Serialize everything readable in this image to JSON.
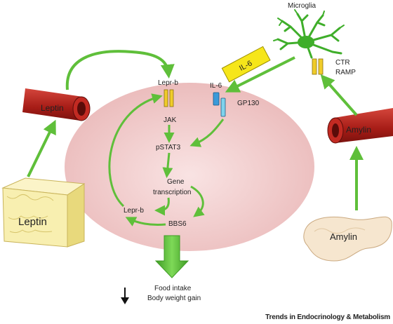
{
  "labels": {
    "microglia": "Microglia",
    "leptin_vessel": "Leptin",
    "leptin_adipose": "Leptin",
    "lepr_b_top": "Lepr-b",
    "jak": "JAK",
    "pstat3": "pSTAT3",
    "gene": "Gene",
    "transcription": "transcription",
    "lepr_b_bottom": "Lepr-b",
    "bbs6": "BBS6",
    "il6_receptor": "IL-6",
    "gp130": "GP130",
    "il6_cytokine": "IL-6",
    "ctr": "CTR",
    "ramp": "RAMP",
    "amylin_vessel": "Amylin",
    "amylin_pancreas": "Amylin",
    "food_intake": "Food intake",
    "body_weight_gain": "Body weight gain"
  },
  "credit": "Trends in Endocrinology & Metabolism",
  "colors": {
    "arrow_green": "#5fbf3a",
    "vessel_red": "#b4231c",
    "cell_pink": "#f2c9c9",
    "receptor_yellow": "#f0cc2a",
    "receptor_blue": "#3a9ad9",
    "adipose_yellow": "#f8efb0",
    "pancreas_beige": "#f6e6cf",
    "microglia_green": "#3fae2a"
  }
}
